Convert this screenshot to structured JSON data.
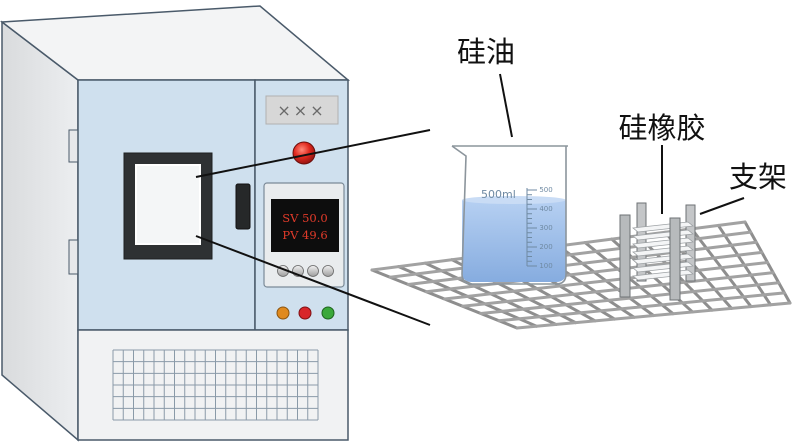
{
  "labels": {
    "silicone_oil": "硅油",
    "silicone_rubber": "硅橡胶",
    "support": "支架"
  },
  "chamber": {
    "plate": "×××",
    "display": {
      "sv": "SV 50.0",
      "pv": "PV 49.6"
    }
  },
  "beaker": {
    "capacity": "500ml",
    "scale": [
      "500",
      "400",
      "300",
      "200",
      "100"
    ]
  },
  "colors": {
    "chamber_blue": "#cfe0ee",
    "chamber_outline": "#4a5a6a",
    "oil_blue": "#8fb5e8",
    "grid_gray": "#9a9a9a",
    "led_red": "#e23b2a",
    "indicator_orange": "#e08a1e",
    "indicator_red": "#d8262a",
    "indicator_green": "#3aa83a"
  }
}
